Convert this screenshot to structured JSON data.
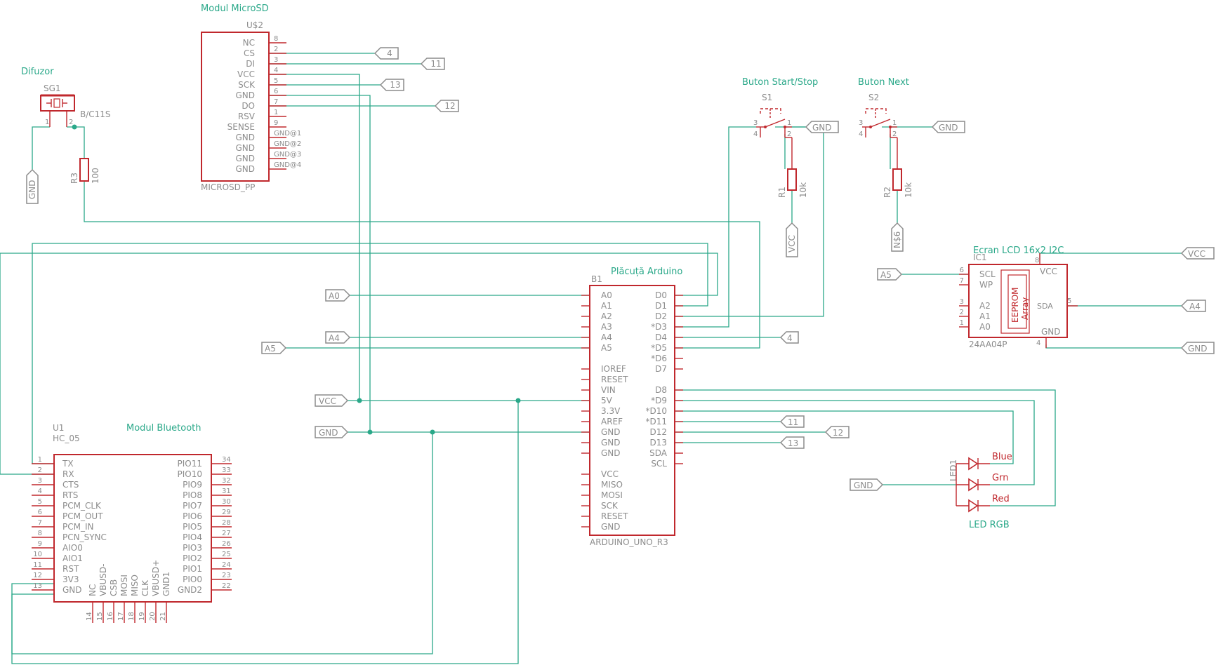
{
  "colors": {
    "wire": "#2aa889",
    "component": "#c0282d",
    "label": "#8c8c8c"
  },
  "titles": {
    "sd": "Modul MicroSD",
    "speaker": "Difuzor",
    "btn1": "Buton Start/Stop",
    "btn2": "Buton Next",
    "arduino": "Plăcuță Arduino",
    "lcd": "Ecran LCD 16x2 I2C",
    "bt": "Modul Bluetooth",
    "led": "LED RGB"
  },
  "sd": {
    "ref": "U$2",
    "part": "MICROSD_PP",
    "pins": [
      {
        "name": "NC",
        "num": "8"
      },
      {
        "name": "CS",
        "num": "2"
      },
      {
        "name": "DI",
        "num": "3"
      },
      {
        "name": "VCC",
        "num": "4"
      },
      {
        "name": "SCK",
        "num": "5"
      },
      {
        "name": "GND",
        "num": "6"
      },
      {
        "name": "DO",
        "num": "7"
      },
      {
        "name": "RSV",
        "num": "1"
      },
      {
        "name": "SENSE",
        "num": "9"
      },
      {
        "name": "GND",
        "num": "GND@1"
      },
      {
        "name": "GND",
        "num": "GND@2"
      },
      {
        "name": "GND",
        "num": "GND@3"
      },
      {
        "name": "GND",
        "num": "GND@4"
      }
    ]
  },
  "speaker": {
    "ref": "SG1",
    "part": "B/C11S",
    "pin1": "1",
    "pin2": "2",
    "gnd": "GND"
  },
  "r3": {
    "ref": "R3",
    "value": "100"
  },
  "s1": {
    "ref": "S1",
    "p3": "3",
    "p4": "4",
    "p1": "1",
    "p2": "2",
    "gnd": "GND"
  },
  "r1": {
    "ref": "R1",
    "value": "10k",
    "net": "VCC"
  },
  "s2": {
    "ref": "S2",
    "p3": "3",
    "p4": "4",
    "p1": "1",
    "p2": "2",
    "gnd": "GND"
  },
  "r2": {
    "ref": "R2",
    "value": "10k",
    "net": "N$6"
  },
  "arduino": {
    "ref": "B1",
    "part": "ARDUINO_UNO_R3",
    "left": [
      "A0",
      "A1",
      "A2",
      "A3",
      "A4",
      "A5",
      "",
      "IOREF",
      "RESET",
      "VIN",
      "5V",
      "3.3V",
      "AREF",
      "GND",
      "GND",
      "GND",
      "",
      "VCC",
      "MISO",
      "MOSI",
      "SCK",
      "RESET",
      "GND"
    ],
    "right": [
      "D0",
      "D1",
      "D2",
      "*D3",
      "D4",
      "*D5",
      "*D6",
      "D7",
      "",
      "D8",
      "*D9",
      "*D10",
      "*D11",
      "D12",
      "D13",
      "SDA",
      "SCL"
    ]
  },
  "ports": {
    "a0": "A0",
    "a4": "A4",
    "a5": "A5",
    "vcc": "VCC",
    "gnd": "GND",
    "d4": "4",
    "d11": "11",
    "d12": "12",
    "d13": "13"
  },
  "sd_ports": {
    "cs": "4",
    "di": "11",
    "sck": "13",
    "do": "12"
  },
  "lcd": {
    "ref": "IC1",
    "part": "24AA04P",
    "left": [
      {
        "name": "SCL",
        "num": "6"
      },
      {
        "name": "WP",
        "num": "7"
      },
      {
        "name": "A2",
        "num": "3"
      },
      {
        "name": "A1",
        "num": "2"
      },
      {
        "name": "A0",
        "num": "1"
      }
    ],
    "vcc": "VCC",
    "vcc_num": "8",
    "sda": "SDA",
    "sda_num": "5",
    "gnd": "GND",
    "gnd_num": "4",
    "eeprom1": "EEPROM",
    "eeprom2": "Array",
    "ports": {
      "a5": "A5",
      "vcc": "VCC",
      "a4": "A4",
      "gnd": "GND"
    }
  },
  "led": {
    "ref": "LED1",
    "blue": "Blue",
    "grn": "Grn",
    "red": "Red",
    "gnd": "GND"
  },
  "bt": {
    "ref": "U1",
    "part": "HC_05",
    "left": [
      {
        "name": "TX",
        "num": "1"
      },
      {
        "name": "RX",
        "num": "2"
      },
      {
        "name": "CTS",
        "num": "3"
      },
      {
        "name": "RTS",
        "num": "4"
      },
      {
        "name": "PCM_CLK",
        "num": "5"
      },
      {
        "name": "PCM_OUT",
        "num": "6"
      },
      {
        "name": "PCM_IN",
        "num": "7"
      },
      {
        "name": "PCN_SYNC",
        "num": "8"
      },
      {
        "name": "AIO0",
        "num": "9"
      },
      {
        "name": "AIO1",
        "num": "10"
      },
      {
        "name": "RST",
        "num": "11"
      },
      {
        "name": "3V3",
        "num": "12"
      },
      {
        "name": "GND",
        "num": "13"
      }
    ],
    "right": [
      {
        "name": "PIO11",
        "num": "34"
      },
      {
        "name": "PIO10",
        "num": "33"
      },
      {
        "name": "PIO9",
        "num": "32"
      },
      {
        "name": "PIO8",
        "num": "31"
      },
      {
        "name": "PIO7",
        "num": "30"
      },
      {
        "name": "PIO6",
        "num": "29"
      },
      {
        "name": "PIO5",
        "num": "28"
      },
      {
        "name": "PIO4",
        "num": "27"
      },
      {
        "name": "PIO3",
        "num": "26"
      },
      {
        "name": "PIO2",
        "num": "25"
      },
      {
        "name": "PIO1",
        "num": "24"
      },
      {
        "name": "PIO0",
        "num": "23"
      },
      {
        "name": "GND2",
        "num": "22"
      }
    ],
    "bottom": [
      {
        "name": "NC",
        "num": "14"
      },
      {
        "name": "VBUSD-",
        "num": "15"
      },
      {
        "name": "CSB",
        "num": "16"
      },
      {
        "name": "MOSI",
        "num": "17"
      },
      {
        "name": "MISO",
        "num": "18"
      },
      {
        "name": "CLK",
        "num": "19"
      },
      {
        "name": "VBUSD+",
        "num": "20"
      },
      {
        "name": "GND1",
        "num": "21"
      }
    ]
  }
}
